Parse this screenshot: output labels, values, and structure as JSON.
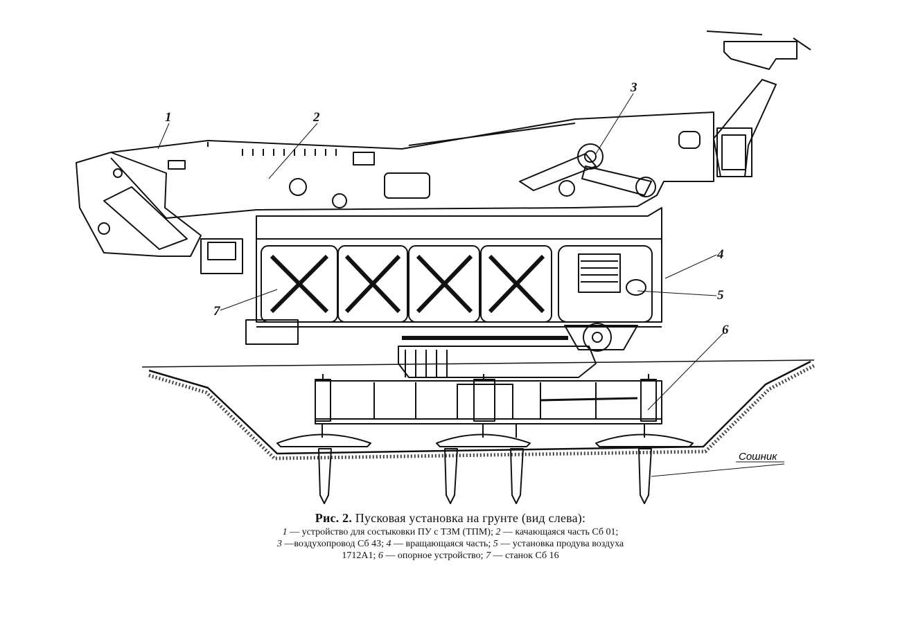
{
  "figure": {
    "callouts": [
      "1",
      "2",
      "3",
      "4",
      "5",
      "6",
      "7"
    ],
    "ground_label": "Сошник"
  },
  "caption": {
    "prefix": "Рис. 2.",
    "title": "Пусковая установка на грунте (вид слева):",
    "legend_lines": [
      [
        {
          "n": "1",
          "t": " — устройство для состыковки  ПУ с ТЗМ (ТПМ); "
        },
        {
          "n": "2",
          "t": " — качающаяся часть Сб 01;"
        }
      ],
      [
        {
          "n": "3",
          "t": " —воздухопровод Сб 43; "
        },
        {
          "n": "4",
          "t": " — вращающаяся часть; "
        },
        {
          "n": "5",
          "t": " — установка продува воздуха"
        }
      ],
      [
        {
          "n": "",
          "t": "1712А1; "
        },
        {
          "n": "6",
          "t": " — опорное устройство; "
        },
        {
          "n": "7",
          "t": " — станок Сб 16"
        }
      ]
    ]
  }
}
